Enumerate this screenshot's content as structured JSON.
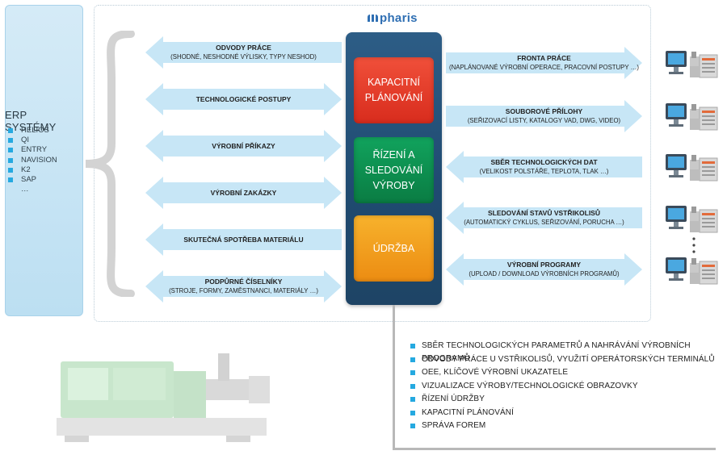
{
  "erp": {
    "title": "ERP SYSTÉMY",
    "items": [
      "HELIOS",
      "QI",
      "ENTRY",
      "NAVISION",
      "K2",
      "SAP",
      "…"
    ]
  },
  "logo": "pharis",
  "core": {
    "blocks": [
      "KAPACITNÍ\nPLÁNOVÁNÍ",
      "ŘÍZENÍ A\nSLEDOVÁNÍ\nVÝROBY",
      "ÚDRŽBA"
    ]
  },
  "left_arrows": [
    {
      "title": "ODVODY PRÁCE",
      "sub": "(SHODNÉ, NESHODNÉ VÝLISKY, TYPY NESHOD)",
      "direction": "left"
    },
    {
      "title": "TECHNOLOGICKÉ POSTUPY",
      "sub": "",
      "direction": "both"
    },
    {
      "title": "VÝROBNÍ PŘÍKAZY",
      "sub": "",
      "direction": "both"
    },
    {
      "title": "VÝROBNÍ ZAKÁZKY",
      "sub": "",
      "direction": "both"
    },
    {
      "title": "SKUTEČNÁ SPOTŘEBA MATERIÁLU",
      "sub": "",
      "direction": "left"
    },
    {
      "title": "PODPŮRNÉ ČÍSELNÍKY",
      "sub": "(STROJE, FORMY, ZAMĚSTNANCI, MATERIÁLY …)",
      "direction": "both"
    }
  ],
  "right_arrows": [
    {
      "title": "FRONTA PRÁCE",
      "sub": "(NAPLÁNOVANÉ VÝROBNÍ OPERACE, PRACOVNÍ POSTUPY …)",
      "direction": "right"
    },
    {
      "title": "SOUBOROVÉ PŘÍLOHY",
      "sub": "(SEŘIZOVACÍ LISTY, KATALOGY VAD, DWG, VIDEO)",
      "direction": "right"
    },
    {
      "title": "SBĚR TECHNOLOGICKÝCH DAT",
      "sub": "(VELIKOST POLSTÁŘE, TEPLOTA, TLAK …)",
      "direction": "left"
    },
    {
      "title": "SLEDOVÁNÍ STAVŮ VSTŘIKOLISŮ",
      "sub": "(AUTOMATICKÝ CYKLUS, SEŘIZOVÁNÍ, PORUCHA …)",
      "direction": "left"
    },
    {
      "title": "VÝROBNÍ PROGRAMY",
      "sub": "(UPLOAD / DOWNLOAD VÝROBNÍCH PROGRAMŮ)",
      "direction": "both"
    }
  ],
  "features": [
    "SBĚR TECHNOLOGICKÝCH PARAMETRŮ A NAHRÁVÁNÍ VÝROBNÍCH PROGRAMŮ",
    "ODVODY PRÁCE U VSTŘIKOLISŮ, VYUŽITÍ OPERÁTORSKÝCH TERMINÁLŮ",
    "OEE, KLÍČOVÉ VÝROBNÍ UKAZATELE",
    "VIZUALIZACE VÝROBY/TECHNOLOGICKÉ OBRAZOVKY",
    "ŘÍZENÍ ÚDRŽBY",
    "KAPACITNÍ PLÁNOVÁNÍ",
    "SPRÁVA FOREM"
  ],
  "colors": {
    "arrow_fill": "#c7e6f6",
    "bullet": "#25a9e0",
    "core_bg": "#24507a",
    "planning": "#e23f2b",
    "control": "#0f9152",
    "maintenance": "#f29e1e"
  }
}
